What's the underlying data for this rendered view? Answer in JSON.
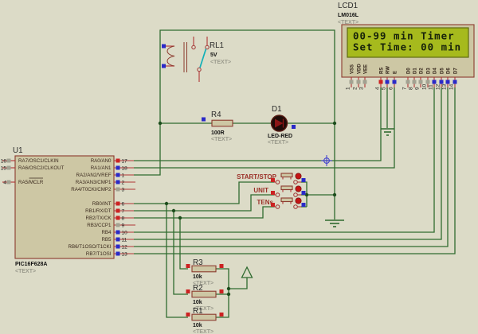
{
  "colors": {
    "canvas_bg": "#dcdbc7",
    "wire_green": "#2f6b2f",
    "component_outline": "#8c3b2f",
    "component_fill": "#cdc7a4",
    "pin_stub_red": "#b03434",
    "state_high_red": "#cc2222",
    "state_low_blue": "#2a2ac8",
    "state_float_gray": "#a2a292",
    "button_label_red": "#9b3028",
    "lcd_screen_green": "#a6ba1d",
    "lcd_char_dark": "#17220a",
    "relay_lever_cyan": "#12b0b8"
  },
  "text_placeholder": "<TEXT>",
  "lcd": {
    "ref": "LCD1",
    "part": "LM016L",
    "line1": "00-99 min Timer",
    "line2": "Set Time: 00 min",
    "pins": [
      {
        "num": "1",
        "name": "VSS"
      },
      {
        "num": "2",
        "name": "VDD"
      },
      {
        "num": "3",
        "name": "VEE"
      },
      {
        "num": "4",
        "name": "RS"
      },
      {
        "num": "5",
        "name": "RW"
      },
      {
        "num": "6",
        "name": "E"
      },
      {
        "num": "7",
        "name": "D0"
      },
      {
        "num": "8",
        "name": "D1"
      },
      {
        "num": "9",
        "name": "D2"
      },
      {
        "num": "10",
        "name": "D3"
      },
      {
        "num": "11",
        "name": "D4"
      },
      {
        "num": "12",
        "name": "D5"
      },
      {
        "num": "13",
        "name": "D6"
      },
      {
        "num": "14",
        "name": "D7"
      }
    ]
  },
  "mcu": {
    "ref": "U1",
    "part": "PIC16F628A",
    "left_pins": [
      {
        "num": "16",
        "name": "RA7/OSC1/CLKIN"
      },
      {
        "num": "15",
        "name": "RA6/OSC2/CLKOUT"
      },
      {
        "num": "4",
        "name": "RA5/MCLR"
      }
    ],
    "right_pins": [
      {
        "num": "17",
        "name": "RA0/AN0"
      },
      {
        "num": "18",
        "name": "RA1/AN1"
      },
      {
        "num": "1",
        "name": "RA2/AN2/VREF"
      },
      {
        "num": "2",
        "name": "RA3/AN3/CMP1"
      },
      {
        "num": "3",
        "name": "RA4/T0CKI/CMP2"
      },
      {
        "num": "6",
        "name": "RB0/INT"
      },
      {
        "num": "7",
        "name": "RB1/RX/DT"
      },
      {
        "num": "8",
        "name": "RB2/TX/CK"
      },
      {
        "num": "9",
        "name": "RB3/CCP1"
      },
      {
        "num": "10",
        "name": "RB4"
      },
      {
        "num": "11",
        "name": "RB5"
      },
      {
        "num": "12",
        "name": "RB6/T1OSO/T1CKI"
      },
      {
        "num": "13",
        "name": "RB7/T1OSI"
      }
    ]
  },
  "relay": {
    "ref": "RL1",
    "value": "5V"
  },
  "led": {
    "ref": "D1",
    "value": "LED-RED"
  },
  "resistors": {
    "r4": {
      "ref": "R4",
      "value": "100R"
    },
    "r3": {
      "ref": "R3",
      "value": "10k"
    },
    "r2": {
      "ref": "R2",
      "value": "10k"
    },
    "r1": {
      "ref": "R1",
      "value": "10k"
    }
  },
  "buttons": {
    "start_stop": {
      "label": "START/STOP"
    },
    "unit": {
      "label": "UNIT"
    },
    "tens": {
      "label": "TENs"
    }
  }
}
